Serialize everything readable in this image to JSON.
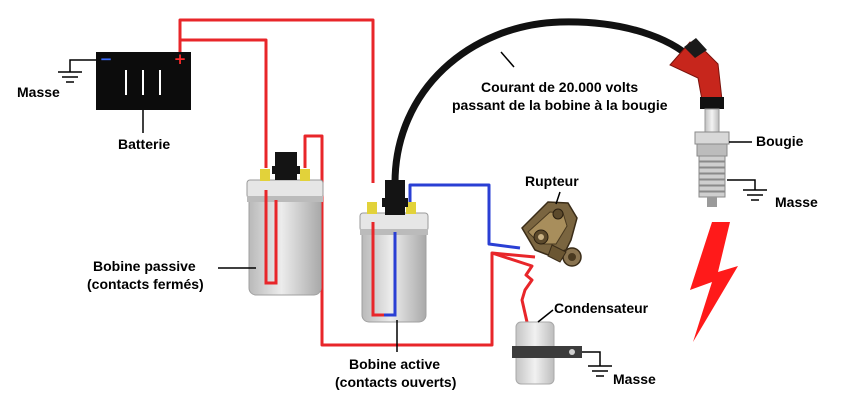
{
  "labels": {
    "masse_batterie": "Masse",
    "batterie": "Batterie",
    "courant_line1": "Courant de 20.000 volts",
    "courant_line2": "passant de la bobine à la bougie",
    "bougie": "Bougie",
    "masse_bougie": "Masse",
    "rupteur": "Rupteur",
    "bobine_passive_line1": "Bobine passive",
    "bobine_passive_line2": "(contacts fermés)",
    "condensateur": "Condensateur",
    "bobine_active_line1": "Bobine active",
    "bobine_active_line2": "(contacts ouverts)",
    "masse_condensateur": "Masse"
  },
  "battery": {
    "minus": "−",
    "plus": "+"
  },
  "colors": {
    "wire_positive": "#e8262a",
    "wire_primary": "#2a3fd4",
    "ht_lead": "#111111",
    "spark": "#ff1a1a",
    "coil_body": "#cfcfcf",
    "terminal": "#e2d23a",
    "plug_boot": "#c7261c"
  },
  "icons": {
    "spark": "lightning-bolt-icon",
    "ground": "ground-symbol-icon"
  }
}
